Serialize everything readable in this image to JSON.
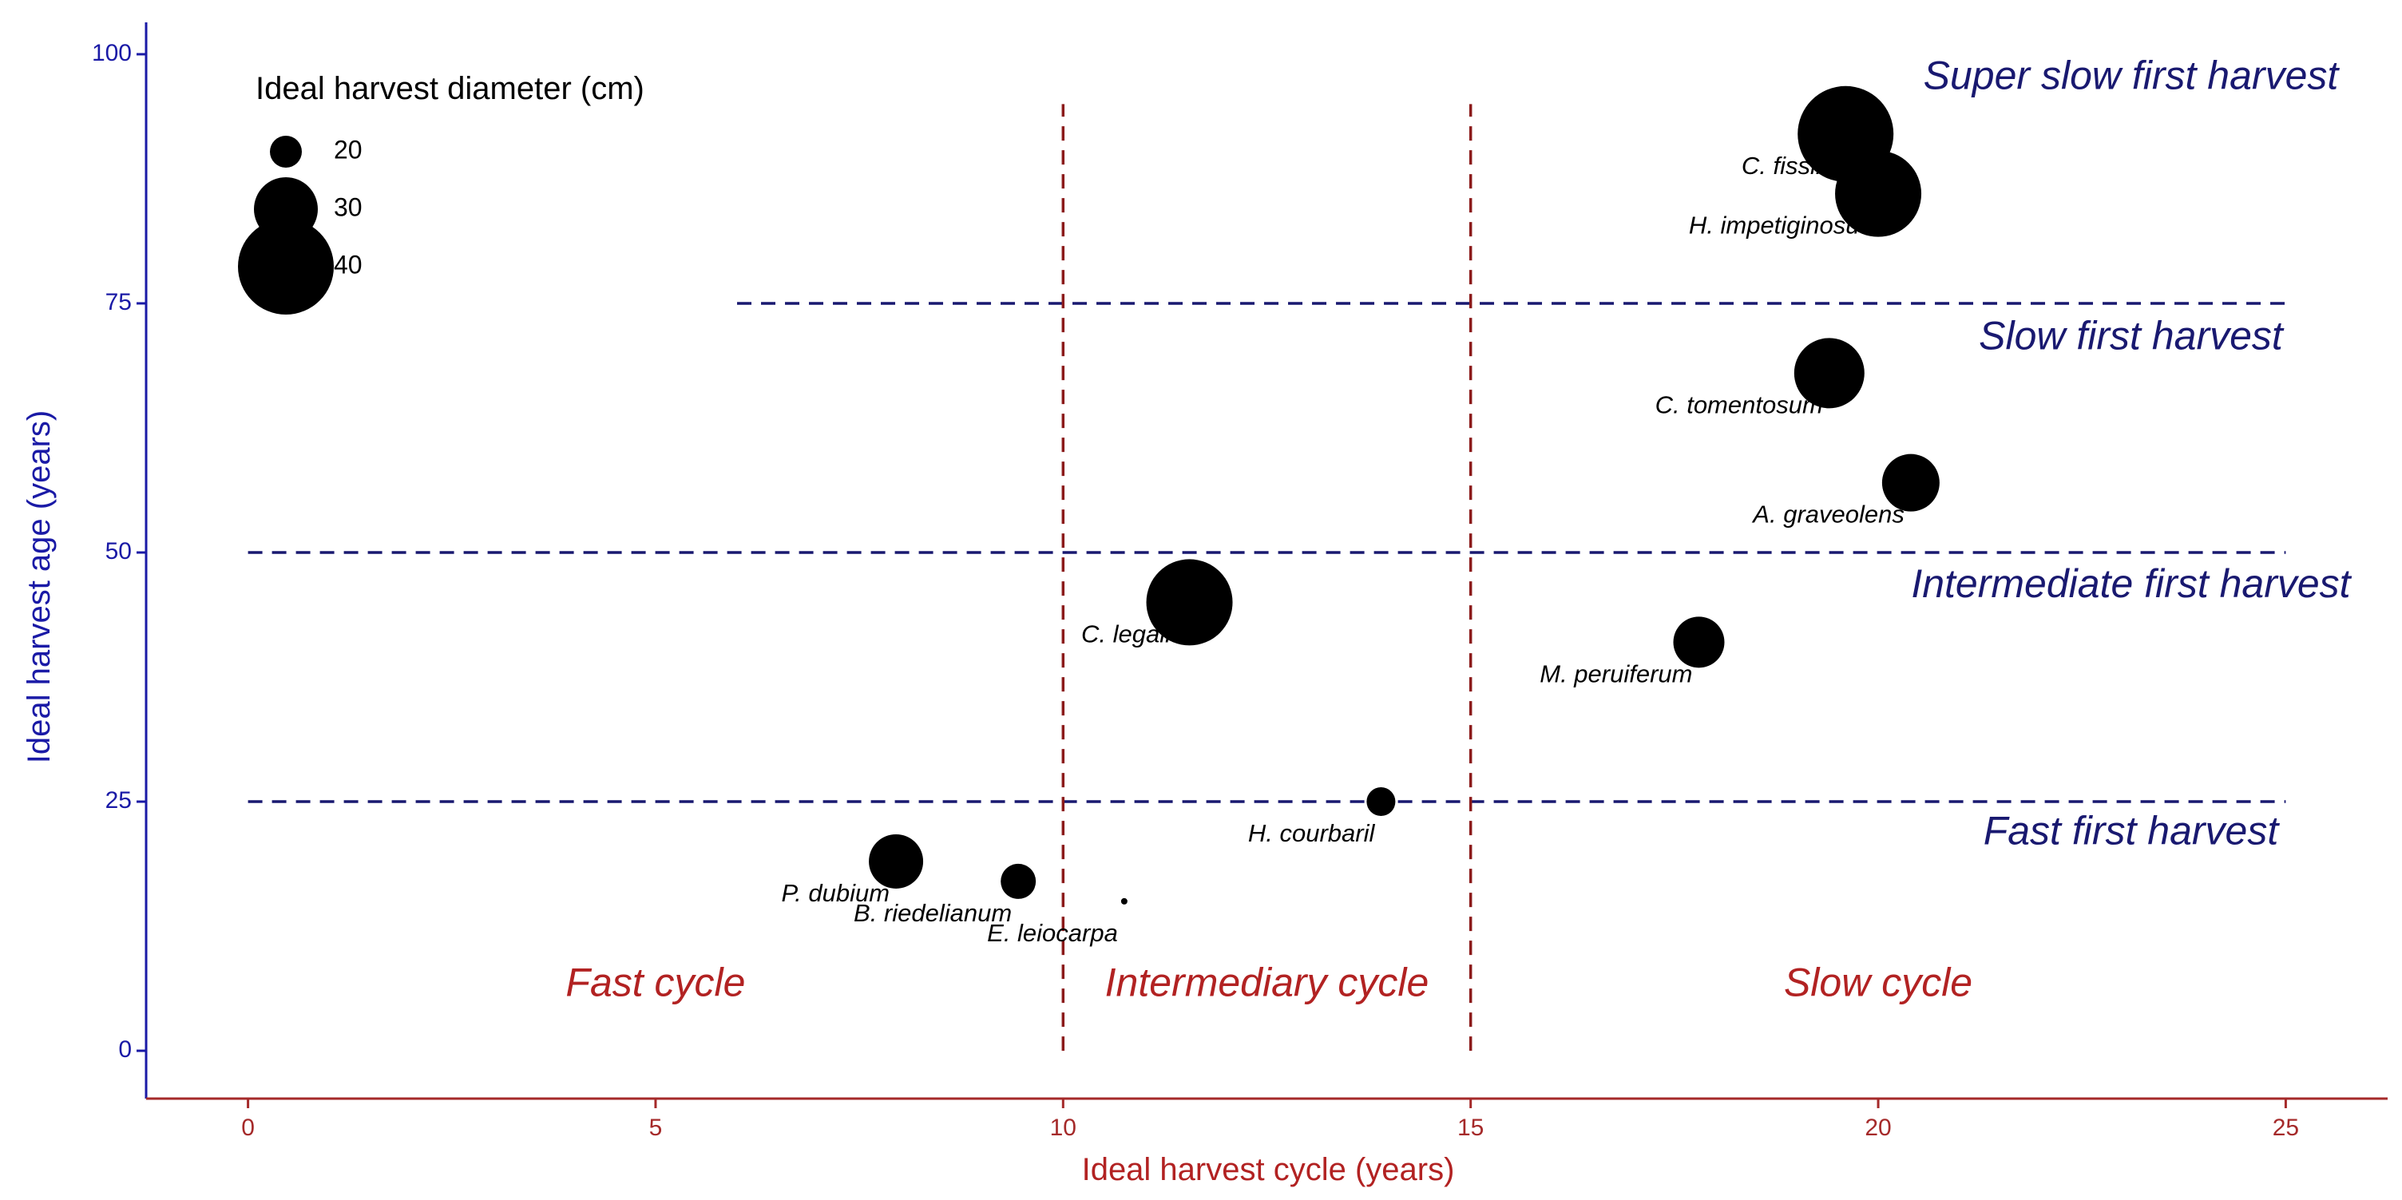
{
  "chart_data": {
    "type": "scatter",
    "xlabel": "Ideal harvest cycle (years)",
    "ylabel": "Ideal harvest age (years)",
    "xlim": [
      -1.25,
      26.25
    ],
    "ylim": [
      -4.8,
      103.2
    ],
    "x_ticks": [
      0,
      5,
      10,
      15,
      20,
      25
    ],
    "y_ticks": [
      0,
      25,
      50,
      75,
      100
    ],
    "grid": false,
    "legend": {
      "title": "Ideal harvest diameter (cm)",
      "placement": "top-left",
      "items": [
        {
          "label": "20",
          "size": 20
        },
        {
          "label": "30",
          "size": 30
        },
        {
          "label": "40",
          "size": 40
        }
      ]
    },
    "points": [
      {
        "label": "C. fissilis",
        "x": 19.6,
        "y": 92,
        "diameter": 40
      },
      {
        "label": "H. impetiginosus",
        "x": 20.0,
        "y": 86,
        "diameter": 37
      },
      {
        "label": "C. tomentosum",
        "x": 19.4,
        "y": 68,
        "diameter": 32
      },
      {
        "label": "A. graveolens",
        "x": 20.4,
        "y": 57,
        "diameter": 28
      },
      {
        "label": "C. legalis",
        "x": 11.55,
        "y": 45,
        "diameter": 37
      },
      {
        "label": "M. peruiferum",
        "x": 17.8,
        "y": 41,
        "diameter": 26
      },
      {
        "label": "H. courbaril",
        "x": 13.9,
        "y": 25,
        "diameter": 19
      },
      {
        "label": "P. dubium",
        "x": 7.95,
        "y": 19,
        "diameter": 27
      },
      {
        "label": "B. riedelianum",
        "x": 9.45,
        "y": 17,
        "diameter": 21
      },
      {
        "label": "E. leiocarpa",
        "x": 10.75,
        "y": 15,
        "diameter": 12
      }
    ],
    "hlines": [
      {
        "y": 25,
        "x_range": [
          0,
          25
        ],
        "color": "#191970",
        "label": "Fast first harvest"
      },
      {
        "y": 50,
        "x_range": [
          0,
          25
        ],
        "color": "#191970",
        "label": "Intermediate first harvest"
      },
      {
        "y": 75,
        "x_range": [
          6,
          25
        ],
        "color": "#191970",
        "label": "Slow first harvest"
      }
    ],
    "vlines": [
      {
        "x": 10,
        "y_range": [
          0,
          95
        ],
        "color": "#8b1a1a"
      },
      {
        "x": 15,
        "y_range": [
          0,
          95
        ],
        "color": "#8b1a1a"
      }
    ],
    "zone_labels_y": [
      {
        "text": "Super slow first harvest",
        "color": "#191970"
      },
      {
        "text": "Slow first harvest",
        "color": "#191970"
      },
      {
        "text": "Intermediate first harvest",
        "color": "#191970"
      },
      {
        "text": "Fast first harvest",
        "color": "#191970"
      }
    ],
    "zone_labels_x": [
      {
        "text": "Fast cycle",
        "color": "#b22222"
      },
      {
        "text": "Intermediary cycle",
        "color": "#b22222"
      },
      {
        "text": "Slow cycle",
        "color": "#b22222"
      }
    ]
  },
  "colors": {
    "y_axis": "#1a1aa6",
    "x_axis": "#a52a2a",
    "points": "#000000"
  }
}
